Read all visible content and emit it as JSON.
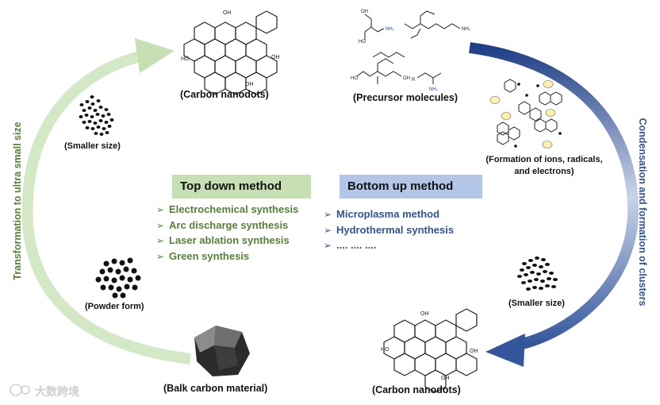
{
  "top_down": {
    "title": "Top down method",
    "items": [
      "Electrochemical synthesis",
      "Arc discharge synthesis",
      "Laser ablation synthesis",
      "Green synthesis"
    ]
  },
  "bottom_up": {
    "title": "Bottom up method",
    "items": [
      "Microplasma method",
      "Hydrothermal synthesis",
      ".... .... ...."
    ]
  },
  "labels": {
    "carbon_nanodots_top": "(Carbon nanodots)",
    "carbon_nanodots_bottom": "(Carbon nanodots)",
    "precursor": "(Precursor molecules)",
    "bulk": "(Balk carbon material)",
    "powder": "(Powder form)",
    "smaller_left": "(Smaller size)",
    "smaller_right": "(Smaller size)",
    "formation_line1": "(Formation of ions, radicals,",
    "formation_line2": "and electrons)"
  },
  "side_text": {
    "left": "Transformation to ultra small size",
    "right": "Condensation and formation of clusters"
  },
  "watermark": "大数跨境",
  "colors": {
    "green_arrow": "#c6e0b4",
    "blue_arrow": "#4a69a8",
    "green_text": "#548235",
    "blue_text": "#2f5597"
  }
}
